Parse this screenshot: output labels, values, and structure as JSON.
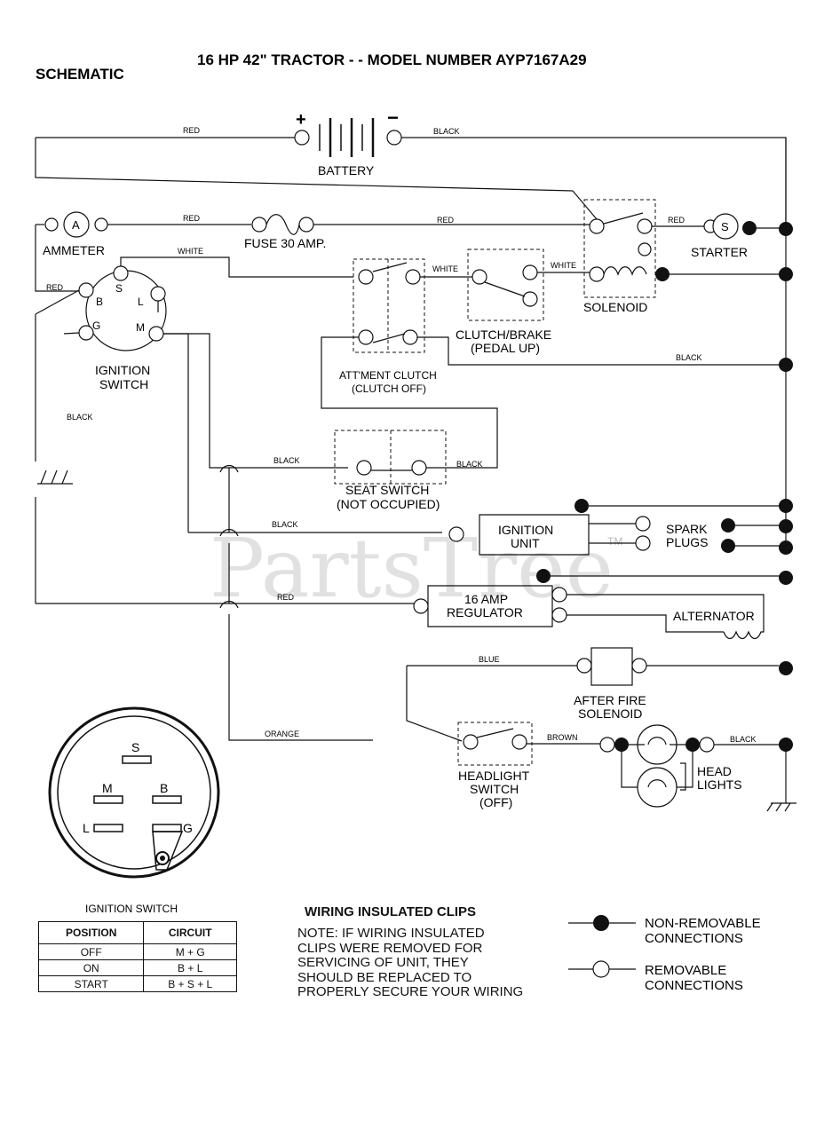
{
  "header": {
    "section": "SCHEMATIC",
    "title": "16 HP 42\" TRACTOR - - MODEL NUMBER AYP7167A29"
  },
  "components": {
    "battery": "BATTERY",
    "battery_pos": "+",
    "battery_neg": "−",
    "ammeter": "AMMETER",
    "ammeter_symbol": "A",
    "fuse": "FUSE 30 AMP.",
    "starter": "STARTER",
    "starter_symbol": "S",
    "solenoid": "SOLENOID",
    "clutch_brake_1": "CLUTCH/BRAKE",
    "clutch_brake_2": "(PEDAL UP)",
    "attment_1": "ATT'MENT CLUTCH",
    "attment_2": "(CLUTCH OFF)",
    "ignition_switch_1": "IGNITION",
    "ignition_switch_2": "SWITCH",
    "seat_switch_1": "SEAT SWITCH",
    "seat_switch_2": "(NOT OCCUPIED)",
    "ignition_unit_1": "IGNITION",
    "ignition_unit_2": "UNIT",
    "spark_1": "SPARK",
    "spark_2": "PLUGS",
    "regulator_1": "16 AMP",
    "regulator_2": "REGULATOR",
    "alternator": "ALTERNATOR",
    "afterfire_1": "AFTER FIRE",
    "afterfire_2": "SOLENOID",
    "headlight_switch_1": "HEADLIGHT",
    "headlight_switch_2": "SWITCH",
    "headlight_switch_3": "(OFF)",
    "headlights_1": "HEAD",
    "headlights_2": "LIGHTS"
  },
  "switch_terminals": {
    "s": "S",
    "b": "B",
    "l": "L",
    "g": "G",
    "m": "M"
  },
  "wire_labels": {
    "red_top": "RED",
    "black_top": "BLACK",
    "red_ammeter": "RED",
    "red_fuse": "RED",
    "red_starter": "RED",
    "white_ign": "WHITE",
    "white_clutch": "WHITE",
    "white_solenoid": "WHITE",
    "red_left": "RED",
    "black_ground": "BLACK",
    "black_clutch": "BLACK",
    "black_seat_left": "BLACK",
    "black_seat_right": "BLACK",
    "black_ign_unit": "BLACK",
    "red_regulator": "RED",
    "blue": "BLUE",
    "orange": "ORANGE",
    "brown": "BROWN",
    "black_headlights": "BLACK"
  },
  "watermark": {
    "text": "PartsTree",
    "tm": "TM"
  },
  "ignition_switch_table": {
    "caption": "IGNITION SWITCH",
    "headers": [
      "POSITION",
      "CIRCUIT"
    ],
    "rows": [
      [
        "OFF",
        "M + G"
      ],
      [
        "ON",
        "B + L"
      ],
      [
        "START",
        "B + S + L"
      ]
    ]
  },
  "clips_note": {
    "title": "WIRING INSULATED CLIPS",
    "lines": [
      "NOTE: IF WIRING INSULATED",
      "CLIPS WERE REMOVED FOR",
      "SERVICING OF UNIT, THEY",
      "SHOULD BE REPLACED TO",
      "PROPERLY SECURE YOUR WIRING"
    ]
  },
  "legend": {
    "non_removable_1": "NON-REMOVABLE",
    "non_removable_2": "CONNECTIONS",
    "removable_1": "REMOVABLE",
    "removable_2": "CONNECTIONS"
  }
}
